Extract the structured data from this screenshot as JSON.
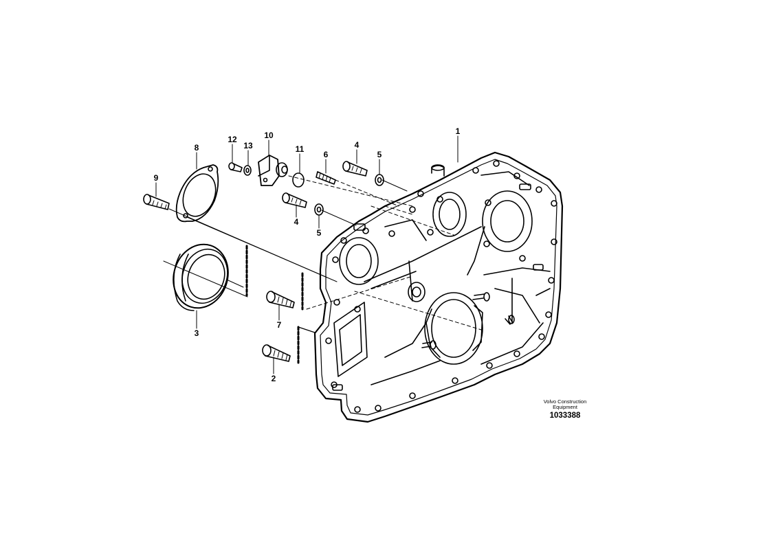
{
  "callouts": {
    "c1": "1",
    "c2": "2",
    "c3": "3",
    "c4a": "4",
    "c4b": "4",
    "c5a": "5",
    "c5b": "5",
    "c6": "6",
    "c7": "7",
    "c8": "8",
    "c9": "9",
    "c10": "10",
    "c11": "11",
    "c12": "12",
    "c13": "13"
  },
  "credit": {
    "line1": "Volvo Construction",
    "line2": "Equipment",
    "drawing_number": "1033388"
  }
}
